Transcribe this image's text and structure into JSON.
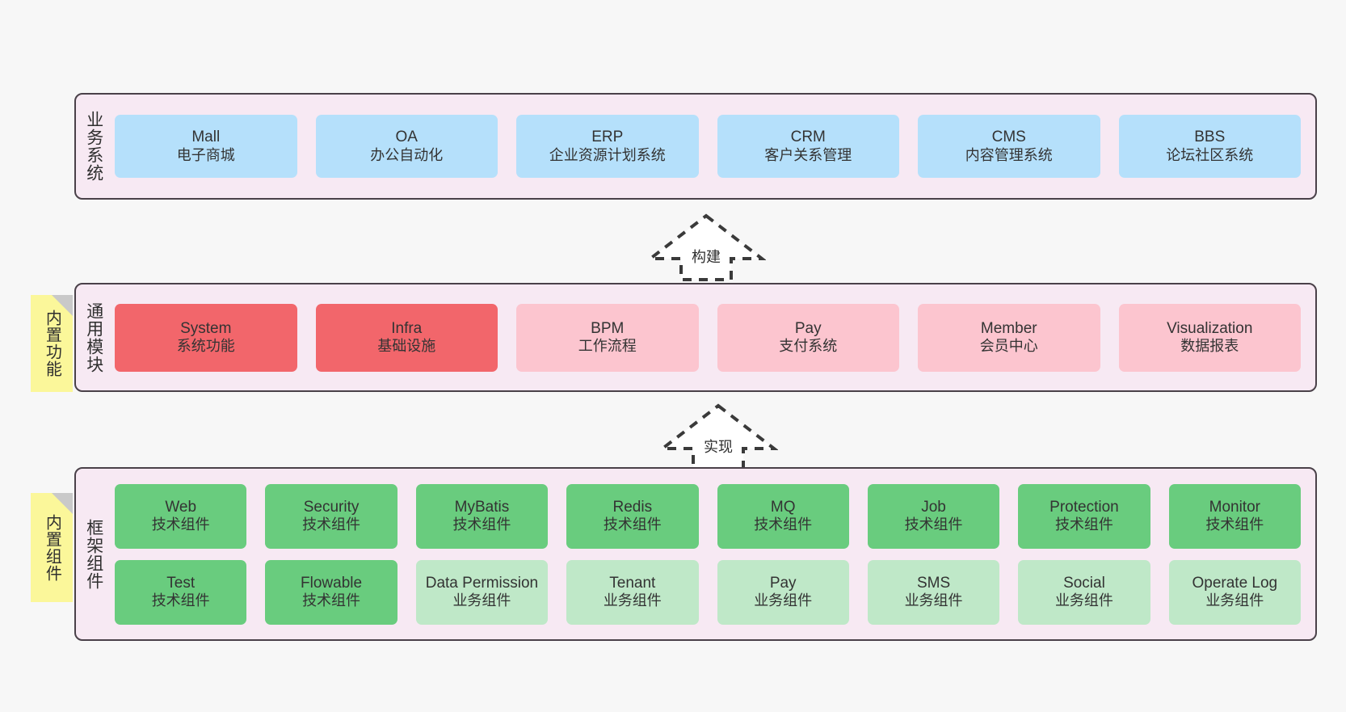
{
  "diagram": {
    "background_color": "#f7f7f7",
    "panel_color": "#f7e9f3",
    "panel_border_color": "#4a4149",
    "note_color": "#fbf79a"
  },
  "sections": [
    {
      "id": "business-systems",
      "label": "业务系统",
      "rows": [
        [
          {
            "title": "Mall",
            "subtitle": "电子商城",
            "color": "#b5e0fb",
            "style": "c-blue"
          },
          {
            "title": "OA",
            "subtitle": "办公自动化",
            "color": "#b5e0fb",
            "style": "c-blue"
          },
          {
            "title": "ERP",
            "subtitle": "企业资源计划系统",
            "color": "#b5e0fb",
            "style": "c-blue"
          },
          {
            "title": "CRM",
            "subtitle": "客户关系管理",
            "color": "#b5e0fb",
            "style": "c-blue"
          },
          {
            "title": "CMS",
            "subtitle": "内容管理系统",
            "color": "#b5e0fb",
            "style": "c-blue"
          },
          {
            "title": "BBS",
            "subtitle": "论坛社区系统",
            "color": "#b5e0fb",
            "style": "c-blue"
          }
        ]
      ]
    },
    {
      "id": "common-modules",
      "label": "通用模块",
      "note": "内置功能",
      "rows": [
        [
          {
            "title": "System",
            "subtitle": "系统功能",
            "color": "#f2666b",
            "style": "c-red"
          },
          {
            "title": "Infra",
            "subtitle": "基础设施",
            "color": "#f2666b",
            "style": "c-red"
          },
          {
            "title": "BPM",
            "subtitle": "工作流程",
            "color": "#fcc5cf",
            "style": "c-pink"
          },
          {
            "title": "Pay",
            "subtitle": "支付系统",
            "color": "#fcc5cf",
            "style": "c-pink"
          },
          {
            "title": "Member",
            "subtitle": "会员中心",
            "color": "#fcc5cf",
            "style": "c-pink"
          },
          {
            "title": "Visualization",
            "subtitle": "数据报表",
            "color": "#fcc5cf",
            "style": "c-pink"
          }
        ]
      ]
    },
    {
      "id": "framework-components",
      "label": "框架组件",
      "note": "内置组件",
      "rows": [
        [
          {
            "title": "Web",
            "subtitle": "技术组件",
            "color": "#69cc7e",
            "style": "c-green"
          },
          {
            "title": "Security",
            "subtitle": "技术组件",
            "color": "#69cc7e",
            "style": "c-green"
          },
          {
            "title": "MyBatis",
            "subtitle": "技术组件",
            "color": "#69cc7e",
            "style": "c-green"
          },
          {
            "title": "Redis",
            "subtitle": "技术组件",
            "color": "#69cc7e",
            "style": "c-green"
          },
          {
            "title": "MQ",
            "subtitle": "技术组件",
            "color": "#69cc7e",
            "style": "c-green"
          },
          {
            "title": "Job",
            "subtitle": "技术组件",
            "color": "#69cc7e",
            "style": "c-green"
          },
          {
            "title": "Protection",
            "subtitle": "技术组件",
            "color": "#69cc7e",
            "style": "c-green"
          },
          {
            "title": "Monitor",
            "subtitle": "技术组件",
            "color": "#69cc7e",
            "style": "c-green"
          }
        ],
        [
          {
            "title": "Test",
            "subtitle": "技术组件",
            "color": "#69cc7e",
            "style": "c-green"
          },
          {
            "title": "Flowable",
            "subtitle": "技术组件",
            "color": "#69cc7e",
            "style": "c-green"
          },
          {
            "title": "Data Permission",
            "subtitle": "业务组件",
            "color": "#bfe8c8",
            "style": "c-green-light"
          },
          {
            "title": "Tenant",
            "subtitle": "业务组件",
            "color": "#bfe8c8",
            "style": "c-green-light"
          },
          {
            "title": "Pay",
            "subtitle": "业务组件",
            "color": "#bfe8c8",
            "style": "c-green-light"
          },
          {
            "title": "SMS",
            "subtitle": "业务组件",
            "color": "#bfe8c8",
            "style": "c-green-light"
          },
          {
            "title": "Social",
            "subtitle": "业务组件",
            "color": "#bfe8c8",
            "style": "c-green-light"
          },
          {
            "title": "Operate Log",
            "subtitle": "业务组件",
            "color": "#bfe8c8",
            "style": "c-green-light"
          }
        ]
      ]
    }
  ],
  "connectors": [
    {
      "id": "build",
      "label": "构建",
      "direction": "up"
    },
    {
      "id": "implement",
      "label": "实现",
      "direction": "up"
    }
  ]
}
